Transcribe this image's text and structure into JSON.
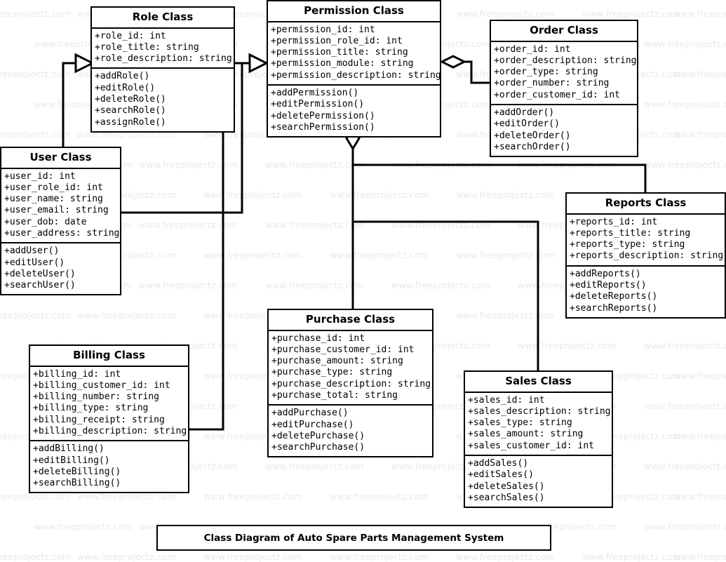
{
  "diagram": {
    "title": "Class Diagram of Auto Spare Parts Management System",
    "watermark_text": "www.freeprojectz.com",
    "line_color": "#000000",
    "box_fill": "#ffffff",
    "watermark_color": "#e9e9e9"
  },
  "classes": [
    {
      "id": "role",
      "name": "Role Class",
      "attributes": [
        "+role_id: int",
        "+role_title: string",
        "+role_description: string"
      ],
      "methods": [
        "+addRole()",
        "+editRole()",
        "+deleteRole()",
        "+searchRole()",
        "+assignRole()"
      ]
    },
    {
      "id": "permission",
      "name": "Permission Class",
      "attributes": [
        "+permission_id: int",
        "+permission_role_id: int",
        "+permission_title: string",
        "+permission_module: string",
        "+permission_description: string"
      ],
      "methods": [
        "+addPermission()",
        "+editPermission()",
        "+deletePermission()",
        "+searchPermission()"
      ]
    },
    {
      "id": "order",
      "name": "Order Class",
      "attributes": [
        "+order_id: int",
        "+order_description: string",
        "+order_type: string",
        "+order_number: string",
        "+order_customer_id: int"
      ],
      "methods": [
        "+addOrder()",
        "+editOrder()",
        "+deleteOrder()",
        "+searchOrder()"
      ]
    },
    {
      "id": "user",
      "name": "User Class",
      "attributes": [
        "+user_id: int",
        "+user_role_id: int",
        "+user_name: string",
        "+user_email: string",
        "+user_dob: date",
        "+user_address: string"
      ],
      "methods": [
        "+addUser()",
        "+editUser()",
        "+deleteUser()",
        "+searchUser()"
      ]
    },
    {
      "id": "reports",
      "name": "Reports Class",
      "attributes": [
        "+reports_id: int",
        "+reports_title: string",
        "+reports_type: string",
        "+reports_description: string"
      ],
      "methods": [
        "+addReports()",
        "+editReports()",
        "+deleteReports()",
        "+searchReports()"
      ]
    },
    {
      "id": "purchase",
      "name": "Purchase Class",
      "attributes": [
        "+purchase_id: int",
        "+purchase_customer_id: int",
        "+purchase_amount: string",
        "+purchase_type: string",
        "+purchase_description: string",
        "+purchase_total: string"
      ],
      "methods": [
        "+addPurchase()",
        "+editPurchase()",
        "+deletePurchase()",
        "+searchPurchase()"
      ]
    },
    {
      "id": "billing",
      "name": "Billing Class",
      "attributes": [
        "+billing_id: int",
        "+billing_customer_id: int",
        "+billing_number: string",
        "+billing_type: string",
        "+billing_receipt: string",
        "+billing_description: string"
      ],
      "methods": [
        "+addBilling()",
        "+editBilling()",
        "+deleteBilling()",
        "+searchBilling()"
      ]
    },
    {
      "id": "sales",
      "name": "Sales Class",
      "attributes": [
        "+sales_id: int",
        "+sales_description: string",
        "+sales_type: string",
        "+sales_amount: string",
        "+sales_customer_id: int"
      ],
      "methods": [
        "+addSales()",
        "+editSales()",
        "+deleteSales()",
        "+searchSales()"
      ]
    }
  ],
  "relationships": [
    {
      "from": "user",
      "to": "role",
      "type": "generalization"
    },
    {
      "from": "user",
      "to": "role",
      "type": "association"
    },
    {
      "from": "billing",
      "to": "role",
      "type": "association"
    },
    {
      "from": "role",
      "to": "permission",
      "type": "generalization"
    },
    {
      "from": "permission",
      "to": "order",
      "type": "aggregation"
    },
    {
      "from": "permission",
      "to": "reports",
      "type": "aggregation"
    },
    {
      "from": "permission",
      "to": "purchase",
      "type": "aggregation"
    },
    {
      "from": "permission",
      "to": "sales",
      "type": "aggregation"
    }
  ]
}
